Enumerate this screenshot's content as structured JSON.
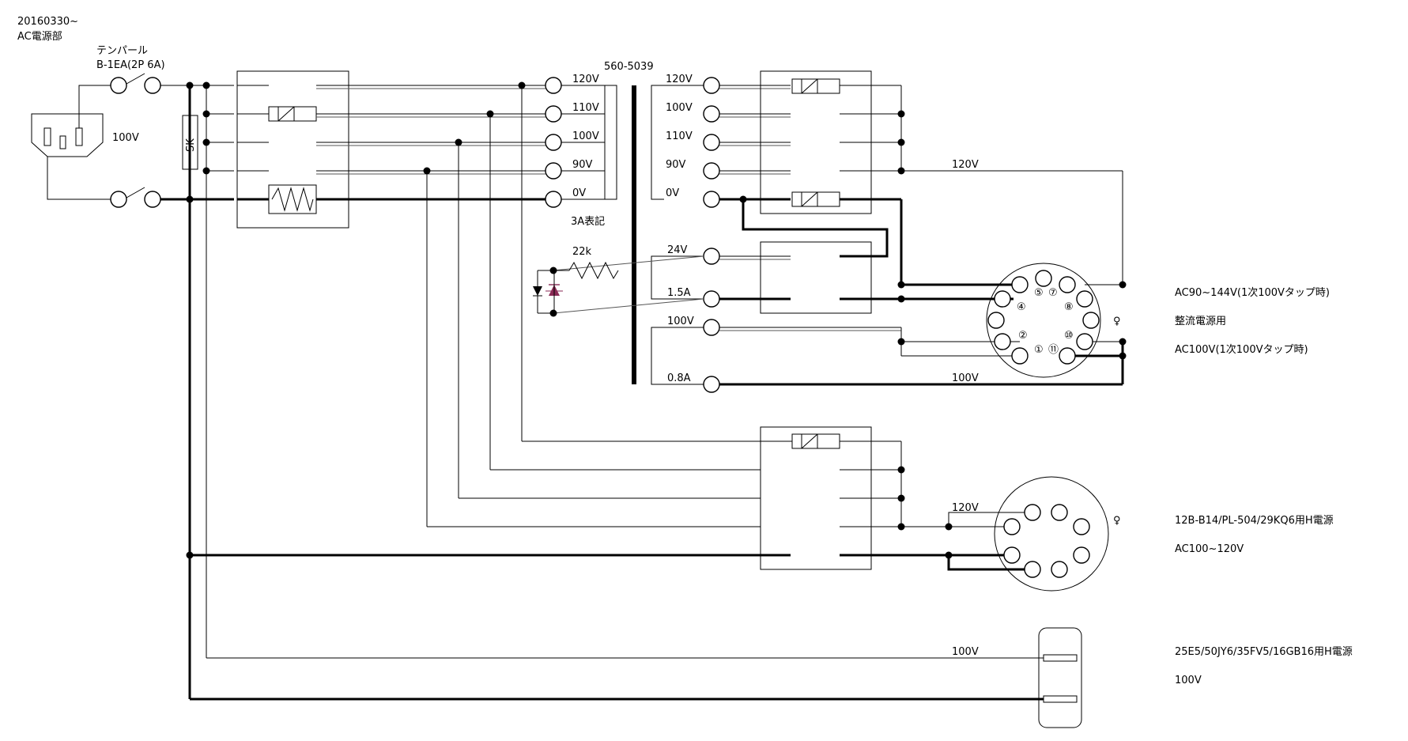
{
  "header": {
    "date": "20160330~",
    "title": "AC電源部"
  },
  "switch": {
    "name": "テンパール",
    "model": "B-1EA(2P 6A)"
  },
  "inlet": {
    "voltage": "100V"
  },
  "surge_label": "SK",
  "transformer": {
    "part_number": "560-5039",
    "primary_taps": [
      "120V",
      "110V",
      "100V",
      "90V",
      "0V"
    ],
    "primary_note": "3A表記",
    "secondary_taps": [
      "120V",
      "100V",
      "110V",
      "90V",
      "0V"
    ],
    "low_taps": [
      "24V",
      "1.5A"
    ],
    "heater_taps": [
      "100V",
      "0.8A"
    ]
  },
  "pilot": {
    "resistor": "22k"
  },
  "wire_labels": {
    "out_120v": "120V",
    "out_100v_a": "100V",
    "socket2_120v": "120V",
    "out_100v_b": "100V"
  },
  "socket1": {
    "symbol": "♀",
    "pins": [
      "①",
      "②",
      "④",
      "⑤",
      "⑦",
      "⑧",
      "⑩",
      "⑪"
    ],
    "desc_1": "AC90~144V(1次100Vタップ時)",
    "desc_2": "整流電源用",
    "desc_3": "AC100V(1次100Vタップ時)"
  },
  "socket2": {
    "symbol": "♀",
    "desc_1": "12B-B14/PL-504/29KQ6用H電源",
    "desc_2": "AC100~120V"
  },
  "socket3": {
    "desc_1": "25E5/50JY6/35FV5/16GB16用H電源",
    "desc_2": "100V"
  }
}
